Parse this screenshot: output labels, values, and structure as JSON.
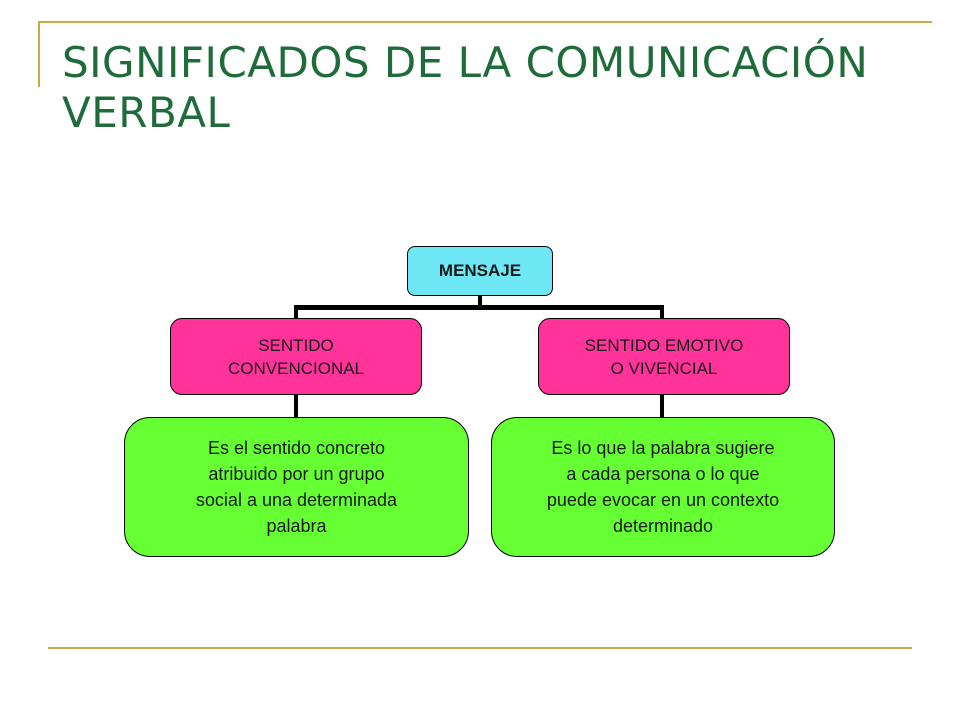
{
  "title": "SIGNIFICADOS DE LA COMUNICACIÓN VERBAL",
  "diagram": {
    "root": "MENSAJE",
    "branches": [
      {
        "label_lines": [
          "SENTIDO",
          "CONVENCIONAL"
        ],
        "description_lines": [
          "Es el sentido concreto",
          "atribuido por un grupo",
          "social a una determinada",
          "palabra"
        ]
      },
      {
        "label_lines": [
          "SENTIDO EMOTIVO",
          "O VIVENCIAL"
        ],
        "description_lines": [
          "Es lo que la palabra sugiere",
          "a cada persona o lo que",
          "puede evocar en un contexto",
          "determinado"
        ]
      }
    ]
  },
  "colors": {
    "title": "#1f6b3a",
    "root_fill": "#6ee8f5",
    "branch_fill": "#ff3399",
    "description_fill": "#66ff33",
    "decoration": "#c8a84a"
  }
}
